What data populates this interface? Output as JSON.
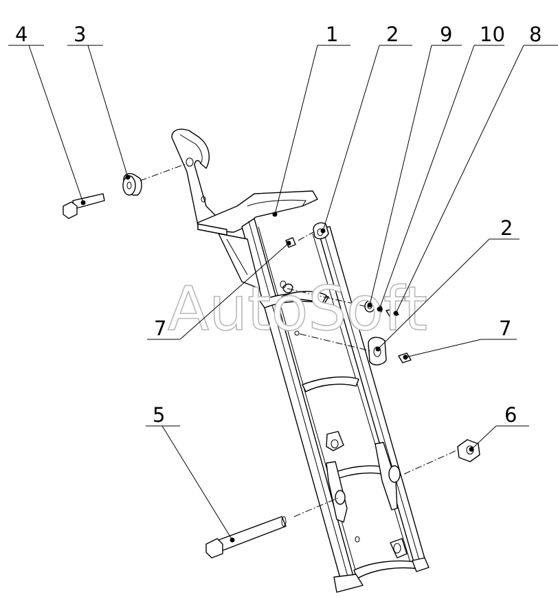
{
  "diagram": {
    "watermark": "AutoSoft",
    "callouts": [
      {
        "id": "c4",
        "label": "4"
      },
      {
        "id": "c3",
        "label": "3"
      },
      {
        "id": "c1",
        "label": "1"
      },
      {
        "id": "c2a",
        "label": "2"
      },
      {
        "id": "c9",
        "label": "9"
      },
      {
        "id": "c10",
        "label": "10"
      },
      {
        "id": "c8",
        "label": "8"
      },
      {
        "id": "c2b",
        "label": "2"
      },
      {
        "id": "c7a",
        "label": "7"
      },
      {
        "id": "c7b",
        "label": "7"
      },
      {
        "id": "c5",
        "label": "5"
      },
      {
        "id": "c6",
        "label": "6"
      }
    ],
    "parts": [
      "frame",
      "bushing",
      "washer",
      "bolt",
      "long-bolt",
      "nut",
      "grease-fitting",
      "small-washer",
      "small-bolt"
    ],
    "colors": {
      "line": "#000000",
      "background": "#ffffff",
      "watermark": "#b8b8b8"
    }
  }
}
